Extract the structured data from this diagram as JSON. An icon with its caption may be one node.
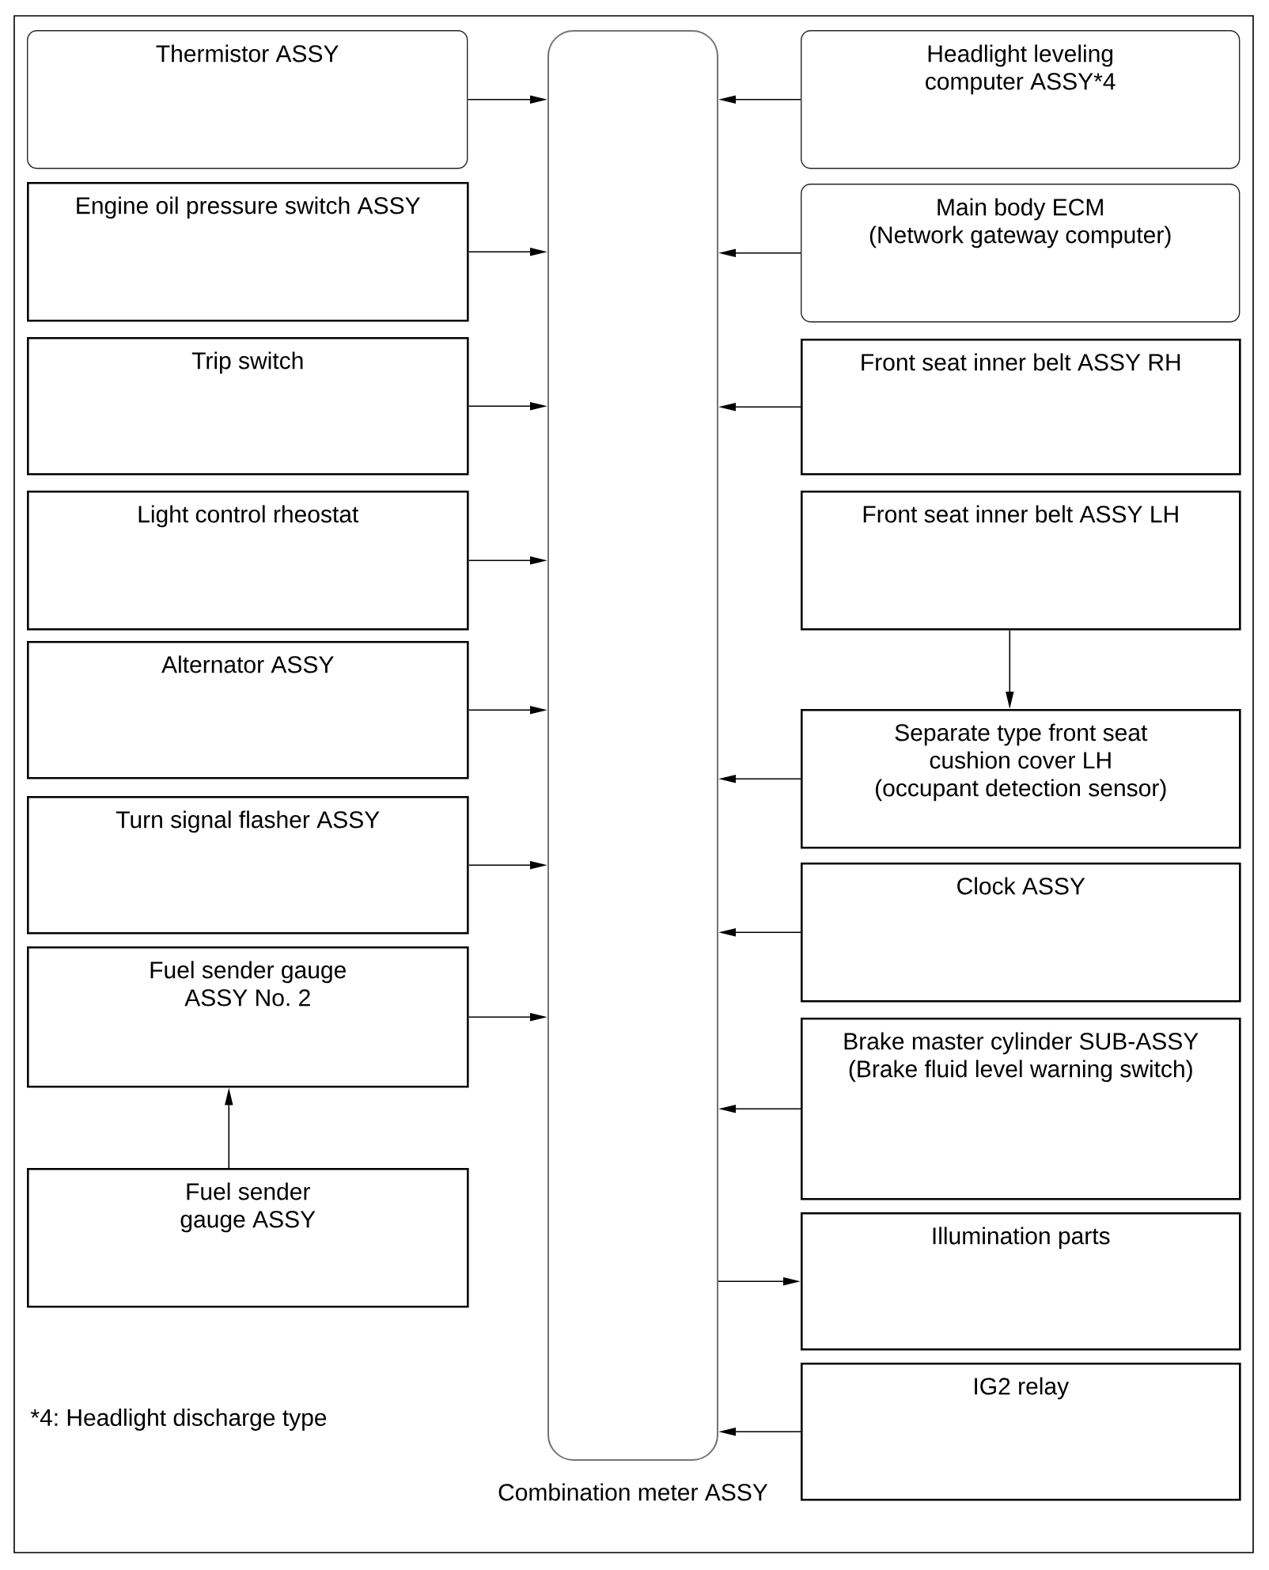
{
  "diagram": {
    "nodes": [
      {
        "text": [
          "Thermistor ASSY"
        ]
      },
      {
        "text": [
          "Engine oil pressure switch ASSY"
        ]
      },
      {
        "text": [
          "Trip switch"
        ]
      },
      {
        "text": [
          "Light control rheostat"
        ]
      },
      {
        "text": [
          "Alternator ASSY"
        ]
      },
      {
        "text": [
          "Turn signal flasher ASSY"
        ]
      },
      {
        "text": [
          "Fuel sender gauge ASSY No. 2"
        ]
      },
      {
        "text": [
          "Fuel sender gauge ASSY"
        ]
      },
      {
        "text": [
          "Combination meter ASSY"
        ]
      },
      {
        "text": [
          "Headlight leveling computer ASSY*4"
        ]
      },
      {
        "text": [
          "Main body ECM",
          "(Network gateway computer)"
        ]
      },
      {
        "text": [
          "Front seat inner belt ASSY RH"
        ]
      },
      {
        "text": [
          "Front seat inner belt ASSY LH"
        ]
      },
      {
        "text": [
          "Separate type front seat cushion cover LH",
          "(occupant detection sensor)"
        ]
      },
      {
        "text": [
          "Clock ASSY"
        ]
      },
      {
        "text": [
          "Brake master cylinder SUB-ASSY",
          "(Brake fluid level warning switch)"
        ]
      },
      {
        "text": [
          "Illumination parts"
        ]
      },
      {
        "text": [
          "IG2 relay"
        ]
      }
    ],
    "edges": [
      {
        "from": 0,
        "to": 8,
        "arrow": "to"
      },
      {
        "from": 1,
        "to": 8,
        "arrow": "to"
      },
      {
        "from": 2,
        "to": 8,
        "arrow": "to"
      },
      {
        "from": 3,
        "to": 8,
        "arrow": "to"
      },
      {
        "from": 4,
        "to": 8,
        "arrow": "to"
      },
      {
        "from": 5,
        "to": 8,
        "arrow": "to"
      },
      {
        "from": 6,
        "to": 8,
        "arrow": "to"
      },
      {
        "from": 7,
        "to": 6,
        "arrow": "to"
      },
      {
        "from": 9,
        "to": 8,
        "arrow": "to"
      },
      {
        "from": 10,
        "to": 8,
        "arrow": "to"
      },
      {
        "from": 11,
        "to": 8,
        "arrow": "to"
      },
      {
        "from": 12,
        "to": 13,
        "arrow": "to"
      },
      {
        "from": 13,
        "to": 8,
        "arrow": "to"
      },
      {
        "from": 14,
        "to": 8,
        "arrow": "to"
      },
      {
        "from": 15,
        "to": 8,
        "arrow": "to"
      },
      {
        "from": 8,
        "to": 16,
        "arrow": "to"
      },
      {
        "from": 17,
        "to": 8,
        "arrow": "to"
      }
    ],
    "labels": [
      "*4: Headlight discharge type"
    ]
  }
}
